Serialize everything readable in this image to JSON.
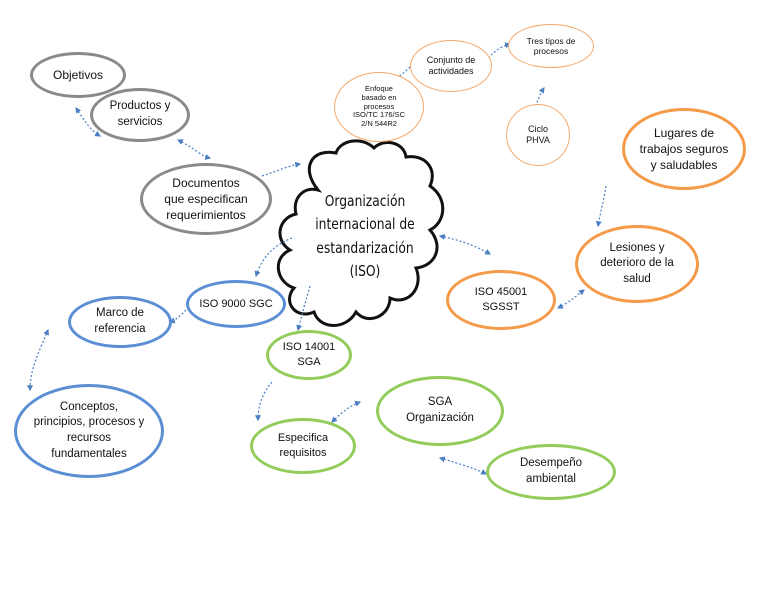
{
  "center": {
    "label": "Organización\ninternacional de\nestandarización\n(ISO)"
  },
  "nodes": {
    "objetivos": "Objetivos",
    "productos": "Productos y\nservicios",
    "documentos": "Documentos\nque especifican\nrequerimientos",
    "enfoque": "Enfoque\nbasado en\nprocesos\nISO/TC 176/SC\n2/N 544R2",
    "conjunto": "Conjunto de\nactividades",
    "tres_tipos": "Tres tipos de\nprocesos",
    "ciclo": "Ciclo\nPHVA",
    "lugares": "Lugares de\ntrabajos seguros\ny saludables",
    "lesiones": "Lesiones y\ndeterioro de la\nsalud",
    "iso45001": "ISO 45001\nSGSST",
    "iso9000": "ISO 9000 SGC",
    "marco": "Marco de\nreferencia",
    "conceptos": "Conceptos,\nprincipios, procesos y\nrecursos\nfundamentales",
    "iso14001": "ISO 14001\nSGA",
    "especifica": "Especifica\nrequisitos",
    "sga_org": "SGA\nOrganización",
    "desempeno": "Desempeño\nambiental"
  },
  "colors": {
    "gray": "#8a8a8a",
    "blue": "#5b8fd4",
    "green": "#92cc5a",
    "orange": "#f49a48",
    "connector": "#4a7fc4"
  }
}
